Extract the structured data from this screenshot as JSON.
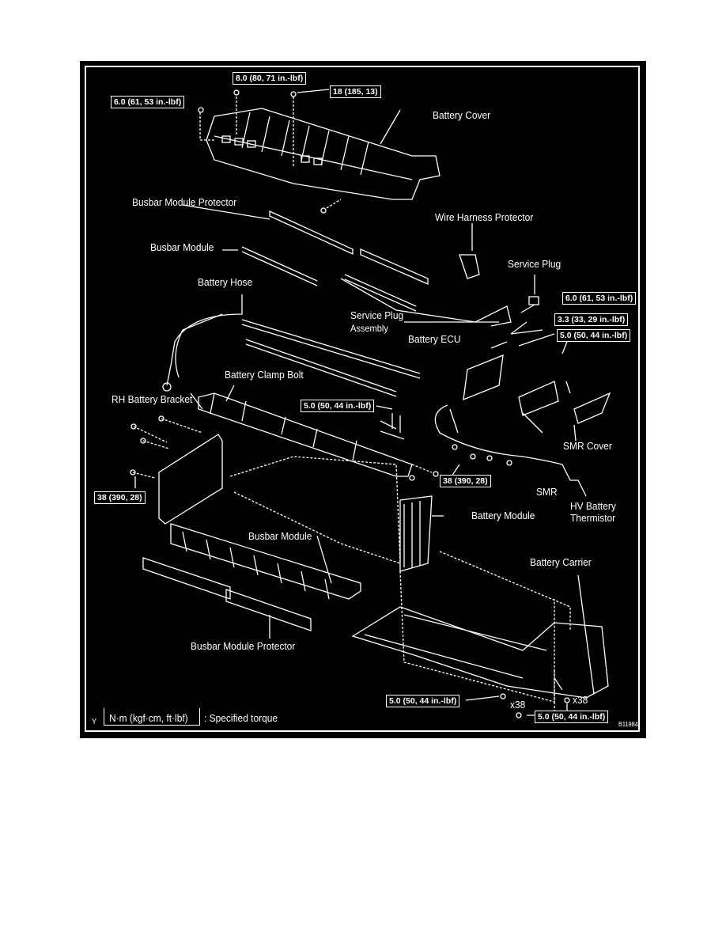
{
  "labels": {
    "battery_cover": "Battery Cover",
    "busbar_module_protector_top": "Busbar Module Protector",
    "busbar_module_top": "Busbar Module",
    "wire_harness_protector": "Wire Harness Protector",
    "service_plug": "Service Plug",
    "battery_hose": "Battery Hose",
    "service_plug_assembly_1": "Service Plug",
    "service_plug_assembly_2": "Assembly",
    "battery_ecu": "Battery ECU",
    "battery_clamp_bolt": "Battery Clamp Bolt",
    "rh_battery_bracket": "RH Battery Bracket",
    "smr": "SMR",
    "smr_cover": "SMR Cover",
    "hv_battery_thermistor_1": "HV Battery",
    "hv_battery_thermistor_2": "Thermistor",
    "battery_module": "Battery Module",
    "busbar_module_bottom": "Busbar Module",
    "battery_carrier": "Battery Carrier",
    "busbar_module_protector_bottom": "Busbar Module Protector",
    "x38_left": "x38",
    "x38_right": "x38"
  },
  "torques": {
    "t1": "8.0 (80, 71 in.-lbf)",
    "t2": "18 (185, 13)",
    "t3": "6.0 (61, 53 in.-lbf)",
    "t4": "6.0 (61, 53 in.-lbf)",
    "t5": "3.3 (33, 29 in.-lbf)",
    "t6": "5.0 (50, 44 in.-lbf)",
    "t7": "5.0 (50, 44 in.-lbf)",
    "t8": "38 (390, 28)",
    "t9": "38 (390, 28)",
    "t10": "5.0 (50, 44 in.-lbf)",
    "t11": "5.0 (50, 44 in.-lbf)"
  },
  "legend": {
    "corner_letter": "Y",
    "units": "N·m (kgf·cm, ft·lbf)",
    "description": ": Specified torque",
    "figure_code": "B11984"
  }
}
